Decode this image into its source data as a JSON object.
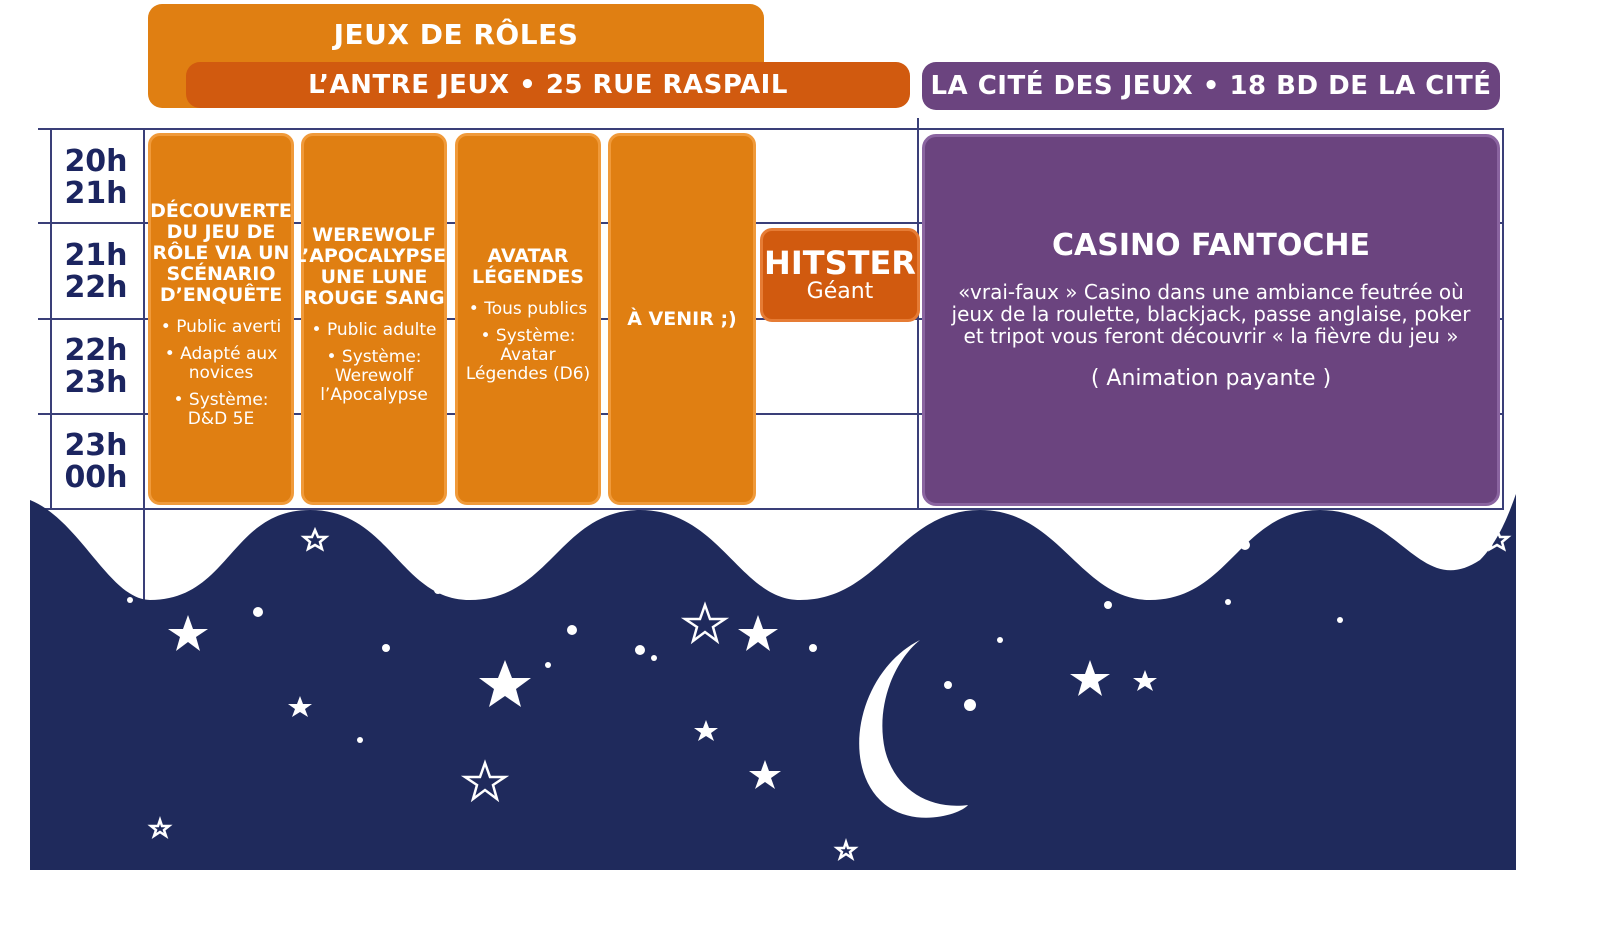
{
  "headers": {
    "rpg_label": "JEUX DE RÔLES",
    "venue_1": "L’ANTRE JEUX  •  25 RUE RASPAIL",
    "venue_2": "LA CITÉ DES JEUX  •  18 BD DE LA CITÉ"
  },
  "time_slots": [
    {
      "start": "20h",
      "end": "21h"
    },
    {
      "start": "21h",
      "end": "22h"
    },
    {
      "start": "22h",
      "end": "23h"
    },
    {
      "start": "23h",
      "end": "00h"
    }
  ],
  "rpg_sessions": [
    {
      "title": "DÉCOUVERTE DU JEU DE RÔLE VIA UN SCÉNARIO D’ENQUÊTE",
      "details": [
        "Public averti",
        "Adapté aux novices",
        "Système: D&D 5E"
      ]
    },
    {
      "title": "WEREWOLF L’APOCALYPSE: UNE LUNE ROUGE SANG",
      "details": [
        "Public adulte",
        "Système: Werewolf l’Apocalypse"
      ]
    },
    {
      "title": "AVATAR LÉGENDES",
      "details": [
        "Tous publics",
        "Système: Avatar Légendes (D6)"
      ]
    },
    {
      "title": "À VENIR ;)",
      "details": []
    }
  ],
  "hitster": {
    "title": "HITSTER",
    "subtitle": "Géant"
  },
  "casino": {
    "title": "CASINO FANTOCHE",
    "description": "«vrai-faux » Casino  dans une ambiance feutrée où jeux de la roulette, blackjack, passe anglaise, poker et tripot vous feront découvrir « la fièvre du jeu »",
    "note": "( Animation payante )"
  },
  "colors": {
    "orange": "#e07f12",
    "dark_orange": "#d15a0f",
    "purple": "#6b447f",
    "navy": "#1c2560",
    "night": "#1f2a5c"
  }
}
